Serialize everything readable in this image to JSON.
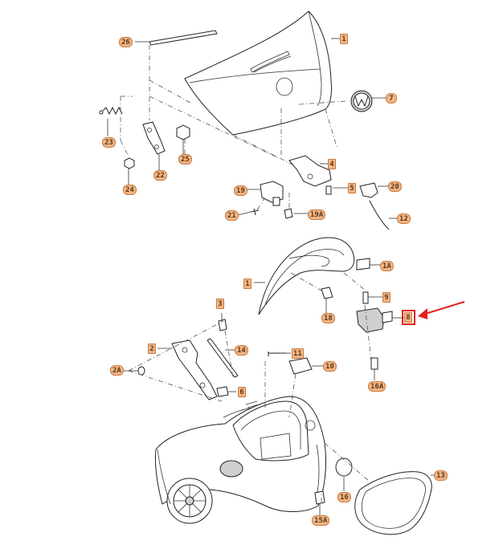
{
  "callouts": [
    {
      "id": "c26",
      "text": "26"
    },
    {
      "id": "c1a",
      "text": "1"
    },
    {
      "id": "c7",
      "text": "7"
    },
    {
      "id": "c23",
      "text": "23"
    },
    {
      "id": "c22",
      "text": "22"
    },
    {
      "id": "c25",
      "text": "25"
    },
    {
      "id": "c24",
      "text": "24"
    },
    {
      "id": "c4",
      "text": "4"
    },
    {
      "id": "c19",
      "text": "19"
    },
    {
      "id": "c5",
      "text": "5"
    },
    {
      "id": "c20",
      "text": "20"
    },
    {
      "id": "c21",
      "text": "21"
    },
    {
      "id": "c19a",
      "text": "19A"
    },
    {
      "id": "c12",
      "text": "12"
    },
    {
      "id": "c1a_2",
      "text": "1A"
    },
    {
      "id": "c1b",
      "text": "1"
    },
    {
      "id": "c9",
      "text": "9"
    },
    {
      "id": "c18",
      "text": "18"
    },
    {
      "id": "c8",
      "text": "8"
    },
    {
      "id": "c3",
      "text": "3"
    },
    {
      "id": "c2",
      "text": "2"
    },
    {
      "id": "c14",
      "text": "14"
    },
    {
      "id": "c11",
      "text": "11"
    },
    {
      "id": "c10",
      "text": "10"
    },
    {
      "id": "c2a",
      "text": "2A"
    },
    {
      "id": "c6",
      "text": "6"
    },
    {
      "id": "c16a",
      "text": "16A"
    },
    {
      "id": "c13",
      "text": "13"
    },
    {
      "id": "c16",
      "text": "16"
    },
    {
      "id": "c15a",
      "text": "15A"
    }
  ],
  "highlight": {
    "target": "8",
    "color": "#e3211b"
  },
  "colors": {
    "callout_fill": "#f3b585",
    "callout_border": "#c97b3f",
    "arrow": "#e3211b"
  }
}
